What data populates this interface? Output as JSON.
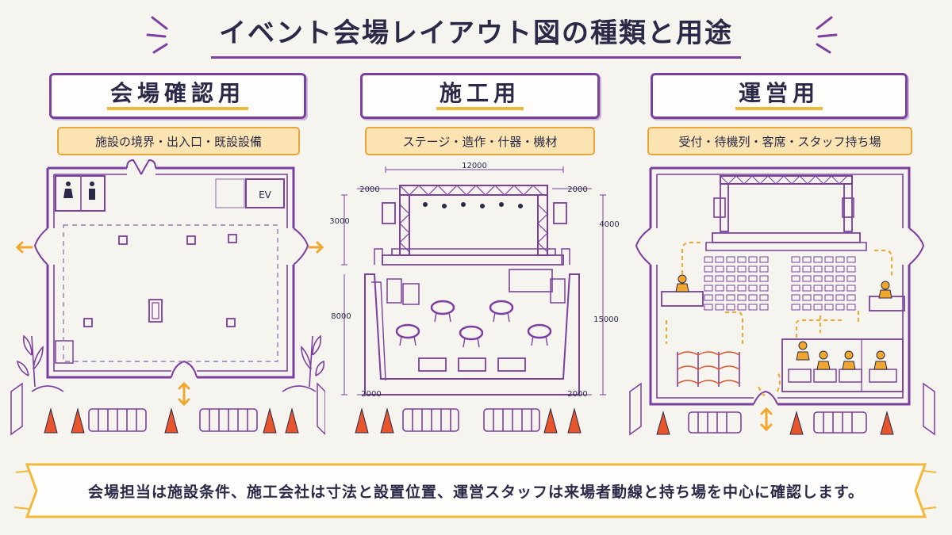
{
  "title": "イベント会場レイアウト図の種類と用途",
  "panels": [
    {
      "heading": "会場確認用",
      "tag": "施設の境界・出入口・既設設備",
      "ev_label": "EV"
    },
    {
      "heading": "施工用",
      "tag": "ステージ・造作・什器・機材",
      "dims": {
        "top": "12000",
        "left_top": "2000",
        "right_top": "2000",
        "left_upper": "3000",
        "right_upper": "4000",
        "left_lower": "8000",
        "right_lower": "15000",
        "bottom_left": "2000",
        "bottom_right": "2000"
      }
    },
    {
      "heading": "運営用",
      "tag": "受付・待機列・客席・スタッフ持ち場"
    }
  ],
  "footer": "会場担当は施設条件、施工会社は寸法と設置位置、運営スタッフは来場者動線と持ち場を中心に確認します。",
  "colors": {
    "purple": "#7b3fa0",
    "navy": "#2a2a48",
    "orange": "#f1a62d",
    "cone": "#e8552b",
    "tag_bg": "#fbe4b2"
  }
}
